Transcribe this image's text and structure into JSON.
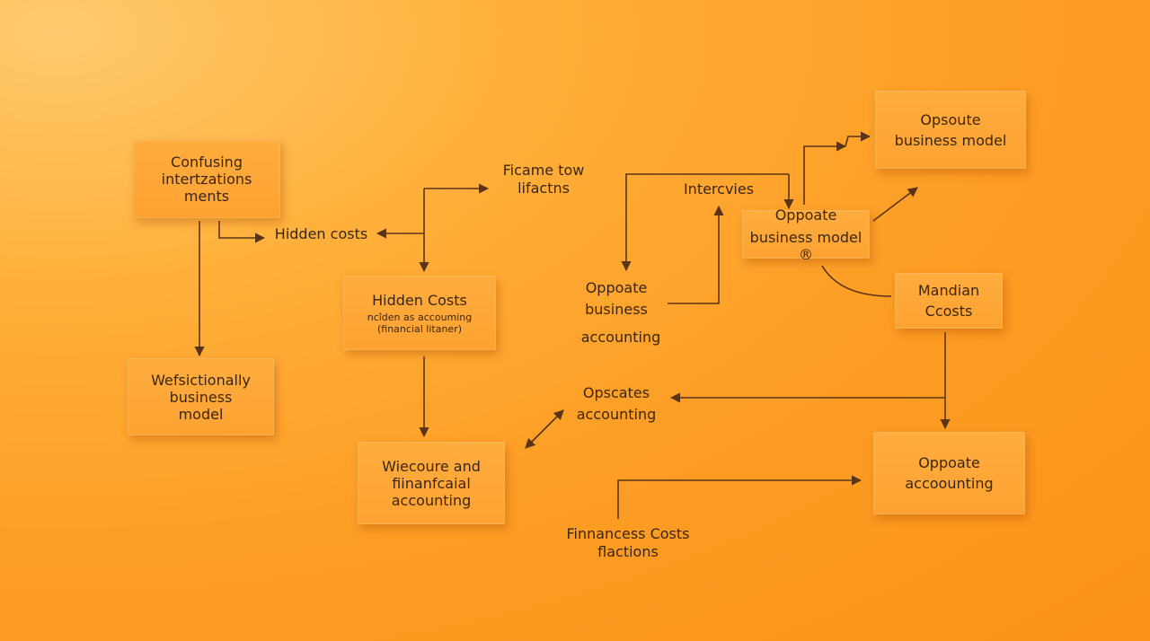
{
  "colors": {
    "background": "#fd9e25",
    "box_fill": "#ffa73a",
    "line": "#5a3418",
    "text": "#3b2612"
  },
  "nodes": {
    "confusing": {
      "lines": [
        "Confusing",
        "intertzations",
        "ments"
      ]
    },
    "weficional": {
      "lines": [
        "Wefsictionally",
        "business",
        "model"
      ]
    },
    "hidden_costs_box": {
      "lines": [
        "Hidden Costs"
      ],
      "sublines": [
        "ncîden as accouming",
        "(financial litaner)"
      ]
    },
    "wiecoure": {
      "lines": [
        "Wiecoure and",
        "fiinanfcaial",
        "accounting"
      ]
    },
    "opposate_bm": {
      "lines": [
        "Oppoate",
        "business model ®"
      ]
    },
    "opsoute_bm": {
      "lines": [
        "Opsoute",
        "business model"
      ]
    },
    "mandian": {
      "lines": [
        "Mandian",
        "Ccosts"
      ]
    },
    "oppoate_acc": {
      "lines": [
        "Oppoate",
        "accoounting"
      ]
    }
  },
  "labels": {
    "hidden_costs": "Hidden costs",
    "ficame": [
      "Ficame tow",
      "lifactns"
    ],
    "intercvies": "Intercvies",
    "oppoate_business": [
      "Oppoate",
      "business"
    ],
    "accounting": "accounting",
    "opscates": [
      "Opscates",
      "accounting"
    ],
    "finances": [
      "Finnancess Costs",
      "flactions"
    ]
  }
}
